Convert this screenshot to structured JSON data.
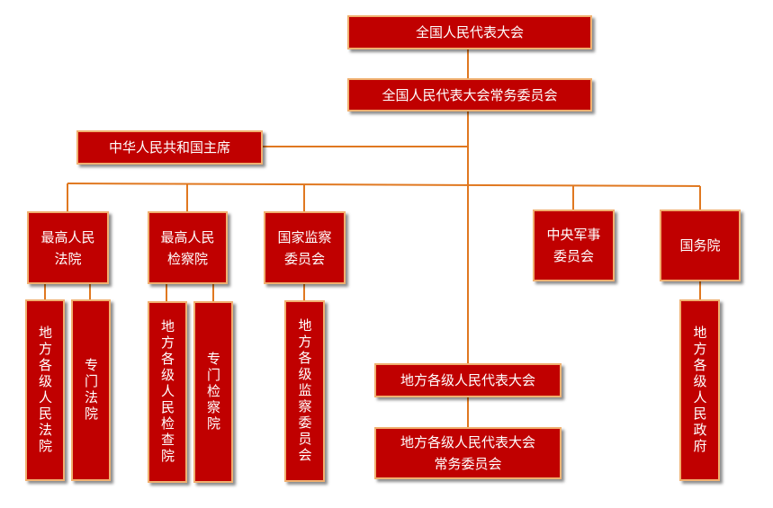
{
  "colors": {
    "box_fill": "#c00000",
    "box_border": "#f0b070",
    "connector": "#e07820",
    "text": "#ffffff"
  },
  "nodes": {
    "npc": "全国人民代表大会",
    "npc_standing": "全国人民代表大会常务委员会",
    "president": "中华人民共和国主席",
    "supreme_court": "最高人民\n法院",
    "supreme_procuratorate": "最高人民\n检察院",
    "supervisory_commission": "国家监察\n委员会",
    "central_military": "中央军事\n委员会",
    "state_council": "国务院",
    "local_courts": "地方各级人民法院",
    "special_courts": "专门法院",
    "local_procuratorates": "地方各级人民检查院",
    "special_procuratorates": "专门检察院",
    "local_supervisory": "地方各级监察委员会",
    "local_congress": "地方各级人民代表大会",
    "local_congress_standing": "地方各级人民代表大会\n常务委员会",
    "local_governments": "地方各级人民政府"
  }
}
